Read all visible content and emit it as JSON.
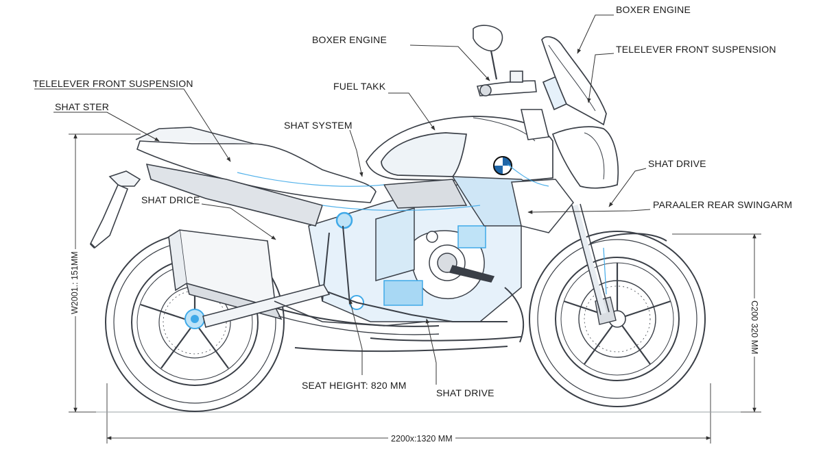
{
  "labels": {
    "boxer_engine_top": "BOXER ENGINE",
    "boxer_engine_mid": "BOXER ENGINE",
    "telelever_left": "TELELEVER FRONT SUSPENSION",
    "telelever_right": "TELELEVER FRONT SUSPENSION",
    "shat_ster": "SHAT STER",
    "fuel_tank": "FUEL TAKK",
    "shat_system": "SHAT SYSTEM",
    "shat_drive_right": "SHAT DRIVE",
    "shat_drice": "SHAT DRICE",
    "paraaler_rear_swingarm": "PARAALER REAR SWINGARM",
    "seat_height": "SEAT HEIGHT: 820 MM",
    "shat_drive_bottom": "SHAT DRIVE"
  },
  "dimensions": {
    "overall": "2200x:1320 MM",
    "left_height": "W2001.: 151MM",
    "right_height": "C200 320 MM"
  },
  "colors": {
    "line": "#3a3f47",
    "accent": "#3fa9e8",
    "fill_light": "#e6f1fa",
    "fill_grey": "#d9dde2"
  }
}
